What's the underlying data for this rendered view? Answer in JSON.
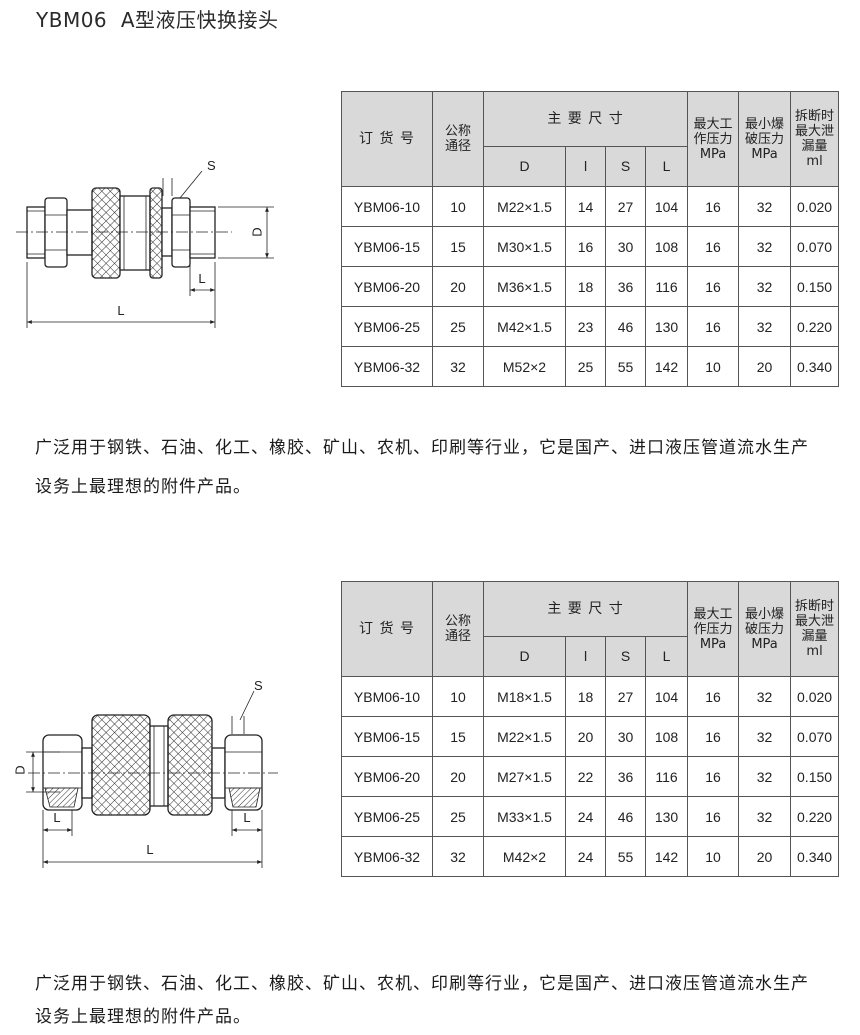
{
  "title": "YBM06  A型液压快换接头",
  "sections": [
    {
      "drawing": {
        "s_label": "S",
        "d_label": "D",
        "short_length_label": "L",
        "overall_length_label": "L"
      },
      "table": {
        "headers": {
          "order_no": "订 货 号",
          "nominal_diameter": [
            "公称",
            "通径"
          ],
          "main_dimensions": "主 要 尺 寸",
          "dimension_columns": [
            "D",
            "l",
            "S",
            "L"
          ],
          "max_working_pressure": [
            "最大工",
            "作压力",
            "MPa"
          ],
          "min_burst_pressure": [
            "最小爆",
            "破压力",
            "MPa"
          ],
          "max_leakage_on_disconnect": [
            "拆断时",
            "最大泄",
            "漏量",
            "ml"
          ]
        },
        "rows": [
          [
            "YBM06-10",
            "10",
            "M22×1.5",
            "14",
            "27",
            "104",
            "16",
            "32",
            "0.020"
          ],
          [
            "YBM06-15",
            "15",
            "M30×1.5",
            "16",
            "30",
            "108",
            "16",
            "32",
            "0.070"
          ],
          [
            "YBM06-20",
            "20",
            "M36×1.5",
            "18",
            "36",
            "116",
            "16",
            "32",
            "0.150"
          ],
          [
            "YBM06-25",
            "25",
            "M42×1.5",
            "23",
            "46",
            "130",
            "16",
            "32",
            "0.220"
          ],
          [
            "YBM06-32",
            "32",
            "M52×2",
            "25",
            "55",
            "142",
            "10",
            "20",
            "0.340"
          ]
        ]
      },
      "description_lines": [
        "广泛用于钢铁、石油、化工、橡胶、矿山、农机、印刷等行业，它是国产、进口液压管道流水生产",
        "设务上最理想的附件产品。"
      ]
    },
    {
      "drawing": {
        "s_label": "S",
        "d_label": "D",
        "left_length_label": "L",
        "right_length_label": "L",
        "overall_length_label": "L"
      },
      "table": {
        "headers": {
          "order_no": "订 货 号",
          "nominal_diameter": [
            "公称",
            "通径"
          ],
          "main_dimensions": "主 要 尺 寸",
          "dimension_columns": [
            "D",
            "l",
            "S",
            "L"
          ],
          "max_working_pressure": [
            "最大工",
            "作压力",
            "MPa"
          ],
          "min_burst_pressure": [
            "最小爆",
            "破压力",
            "MPa"
          ],
          "max_leakage_on_disconnect": [
            "拆断时",
            "最大泄",
            "漏量",
            "ml"
          ]
        },
        "rows": [
          [
            "YBM06-10",
            "10",
            "M18×1.5",
            "18",
            "27",
            "104",
            "16",
            "32",
            "0.020"
          ],
          [
            "YBM06-15",
            "15",
            "M22×1.5",
            "20",
            "30",
            "108",
            "16",
            "32",
            "0.070"
          ],
          [
            "YBM06-20",
            "20",
            "M27×1.5",
            "22",
            "36",
            "116",
            "16",
            "32",
            "0.150"
          ],
          [
            "YBM06-25",
            "25",
            "M33×1.5",
            "24",
            "46",
            "130",
            "16",
            "32",
            "0.220"
          ],
          [
            "YBM06-32",
            "32",
            "M42×2",
            "24",
            "55",
            "142",
            "10",
            "20",
            "0.340"
          ]
        ]
      },
      "description_lines": [
        "广泛用于钢铁、石油、化工、橡胶、矿山、农机、印刷等行业，它是国产、进口液压管道流水生产",
        "设务上最理想的附件产品。"
      ]
    }
  ]
}
